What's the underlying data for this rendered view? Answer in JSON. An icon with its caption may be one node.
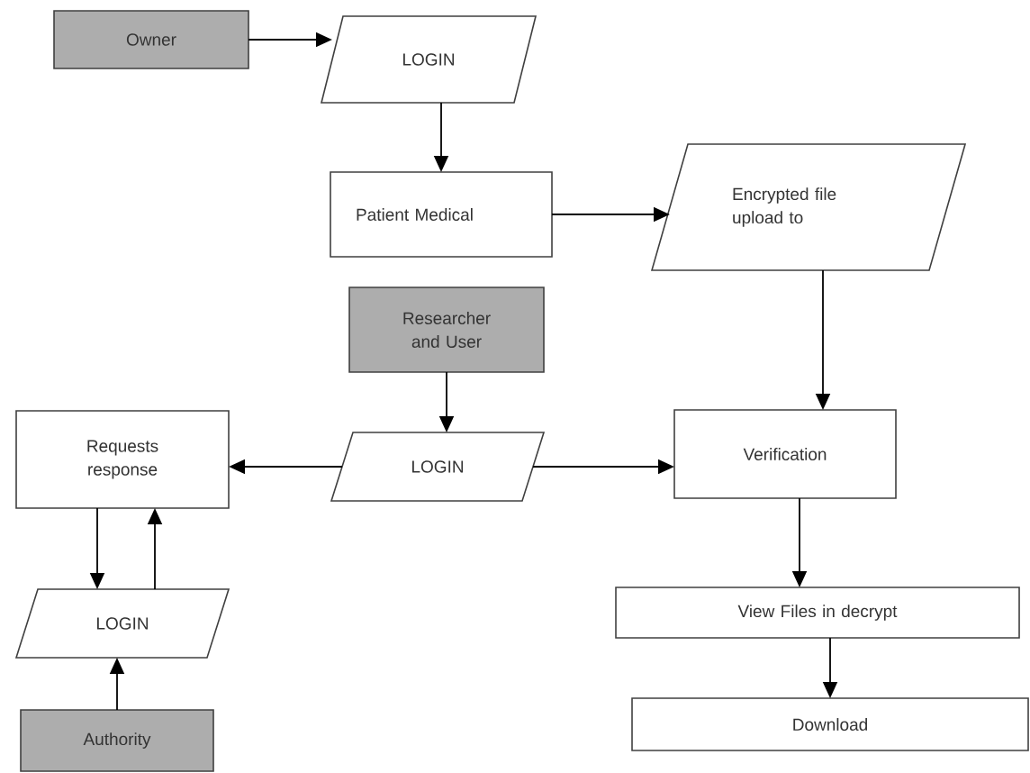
{
  "diagram": {
    "nodes": [
      {
        "text": [
          "Owner"
        ]
      },
      {
        "text": [
          "LOGIN"
        ]
      },
      {
        "text": [
          "Patient Medical"
        ]
      },
      {
        "text": [
          "Encrypted file upload to"
        ]
      },
      {
        "text": [
          "Researcher and User"
        ]
      },
      {
        "text": [
          "Requests response"
        ]
      },
      {
        "text": [
          "LOGIN"
        ]
      },
      {
        "text": [
          "Verification"
        ]
      },
      {
        "text": [
          "LOGIN"
        ]
      },
      {
        "text": [
          "Authority"
        ]
      },
      {
        "text": [
          "View Files in decrypt"
        ]
      },
      {
        "text": [
          "Download"
        ]
      }
    ],
    "edges": [
      {
        "from": 0,
        "to": 1,
        "arrow": "to"
      },
      {
        "from": 1,
        "to": 2,
        "arrow": "to"
      },
      {
        "from": 2,
        "to": 3,
        "arrow": "to"
      },
      {
        "from": 3,
        "to": 7,
        "arrow": "to"
      },
      {
        "from": 4,
        "to": 6,
        "arrow": "to"
      },
      {
        "from": 6,
        "to": 5,
        "arrow": "to"
      },
      {
        "from": 6,
        "to": 7,
        "arrow": "to"
      },
      {
        "from": 5,
        "to": 8,
        "arrow": "to"
      },
      {
        "from": 8,
        "to": 5,
        "arrow": "to"
      },
      {
        "from": 9,
        "to": 8,
        "arrow": "to"
      },
      {
        "from": 7,
        "to": 10,
        "arrow": "to"
      },
      {
        "from": 10,
        "to": 11,
        "arrow": "to"
      }
    ]
  }
}
